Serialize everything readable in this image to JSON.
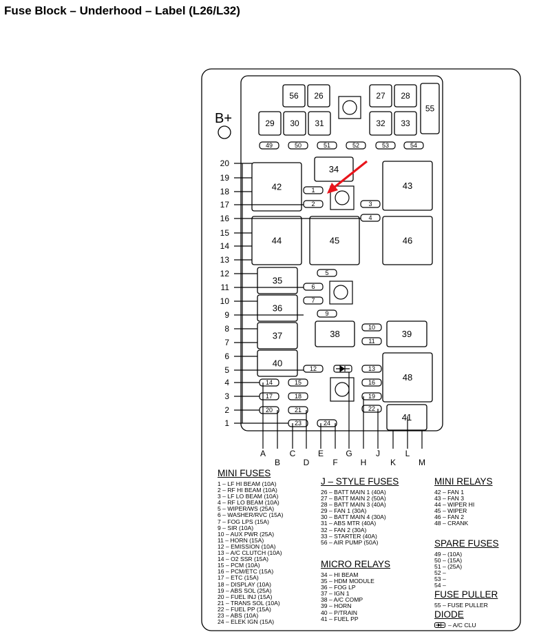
{
  "title": "Fuse Block – Underhood – Label (L26/L32)",
  "battery_label": "B+",
  "diode_symbol": "diode-icon",
  "accent_color": "#e8141b",
  "box_labels": {
    "b56": "56",
    "b26": "26",
    "b27": "27",
    "b28": "28",
    "b55": "55",
    "b29": "29",
    "b30": "30",
    "b31": "31",
    "b32": "32",
    "b33": "33",
    "b34": "34",
    "b42": "42",
    "b43": "43",
    "b44": "44",
    "b45": "45",
    "b46": "46",
    "b35": "35",
    "b36": "36",
    "b37": "37",
    "b38": "38",
    "b39": "39",
    "b40": "40",
    "b48": "48",
    "b41": "41"
  },
  "fuse_labels": {
    "f49": "49",
    "f50": "50",
    "f51": "51",
    "f52": "52",
    "f53": "53",
    "f54": "54",
    "f1": "1",
    "f2": "2",
    "f3": "3",
    "f4": "4",
    "f5": "5",
    "f6": "6",
    "f7": "7",
    "f9": "9",
    "f10": "10",
    "f11": "11",
    "f12": "12",
    "f13": "13",
    "f14": "14",
    "f15": "15",
    "f16": "16",
    "f17": "17",
    "f18": "18",
    "f19": "19",
    "f20": "20",
    "f21": "21",
    "f22": "22",
    "f23": "23",
    "f24": "24"
  },
  "left_callouts": {
    "c20": "20",
    "c19": "19",
    "c18": "18",
    "c17": "17",
    "c16": "16",
    "c15": "15",
    "c14": "14",
    "c13": "13",
    "c12": "12",
    "c11": "11",
    "c10": "10",
    "c9": "9",
    "c8": "8",
    "c7": "7",
    "c6": "6",
    "c5": "5",
    "c4": "4",
    "c3": "3",
    "c2": "2",
    "c1": "1"
  },
  "bottom_callouts": {
    "A": "A",
    "B": "B",
    "C": "C",
    "D": "D",
    "E": "E",
    "F": "F",
    "G": "G",
    "H": "H",
    "J": "J",
    "K": "K",
    "L": "L",
    "M": "M"
  },
  "legend": {
    "mini_fuses": {
      "heading": "MINI FUSES",
      "items": [
        "1 – LF HI BEAM (10A)",
        "2 – RF HI BEAM (10A)",
        "3 – LF LO BEAM (10A)",
        "4 – RF LO BEAM (10A)",
        "5 – WIPER/WS (25A)",
        "6 – WASHER/RVC (15A)",
        "7 – FOG LPS (15A)",
        "9 – SIR (10A)",
        "10 – AUX PWR (25A)",
        "11 – HORN (15A)",
        "12 – EMISSION (10A)",
        "13 – A/C CLUTCH (10A)",
        "14 – O2 SSR (15A)",
        "15 – PCM (10A)",
        "16 – PCM/ETC (15A)",
        "17 – ETC (15A)",
        "18 – DISPLAY (10A)",
        "19 – ABS SOL (25A)",
        "20 – FUEL INJ (15A)",
        "21 – TRANS SOL (10A)",
        "22 – FUEL PP (15A)",
        "23 – ABS (10A)",
        "24 – ELEK IGN (15A)"
      ]
    },
    "j_style_fuses": {
      "heading": "J – STYLE FUSES",
      "items": [
        "26 – BATT MAIN 1 (40A)",
        "27 – BATT MAIN 2 (50A)",
        "28 – BATT MAIN 3 (40A)",
        "29 – FAN 1 (30A)",
        "30 – BATT MAIN 4 (30A)",
        "31 – ABS MTR (40A)",
        "32 – FAN 2 (30A)",
        "33 – STARTER (40A)",
        "56 – AIR PUMP (50A)"
      ]
    },
    "micro_relays": {
      "heading": "MICRO RELAYS",
      "items": [
        "34 – HI BEAM",
        "35 – HDM MODULE",
        "36 – FOG LP",
        "37 – IGN 1",
        "38 – A/C COMP",
        "39 – HORN",
        "40 – P/TRAIN",
        "41 – FUEL PP"
      ]
    },
    "mini_relays": {
      "heading": "MINI RELAYS",
      "items": [
        "42 – FAN 1",
        "43 – FAN 3",
        "44 – WIPER HI",
        "45 – WIPER",
        "46 – FAN 2",
        "48 – CRANK"
      ]
    },
    "spare_fuses": {
      "heading": "SPARE FUSES",
      "items": [
        "49 – (10A)",
        "50 – (15A)",
        "51 – (25A)",
        "52 –",
        "53 –",
        "54 –"
      ]
    },
    "fuse_puller": {
      "heading": "FUSE PULLER",
      "item": "55 – FUSE PULLER"
    },
    "diode": {
      "heading": "DIODE",
      "item": "– A/C CLU"
    }
  }
}
